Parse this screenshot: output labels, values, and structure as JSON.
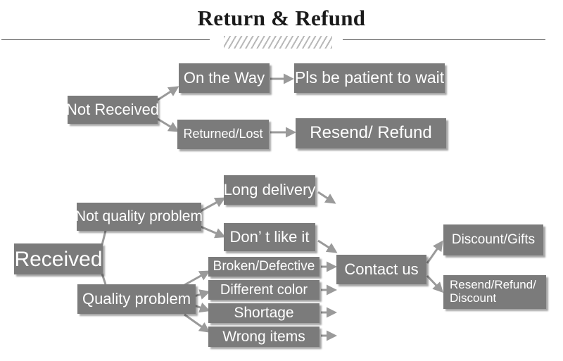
{
  "title": "Return & Refund",
  "colors": {
    "box_fill": "#7b7b7b",
    "box_text": "#ffffff",
    "arrow": "#9a9a9a",
    "title": "#1a1a1a"
  },
  "nodes": {
    "not_received": "Not Received",
    "on_the_way": "On the Way",
    "be_patient": "Pls be patient to wait",
    "returned_lost": "Returned/Lost",
    "resend_refund": "Resend/ Refund",
    "received": "Received",
    "not_quality_problem": "Not quality problem",
    "long_delivery": "Long delivery",
    "dont_like_it": "Don’ t like it",
    "quality_problem": "Quality problem",
    "broken_defective": "Broken/Defective",
    "different_color": "Different color",
    "shortage": "Shortage",
    "wrong_items": "Wrong items",
    "contact_us": "Contact us",
    "discount_gifts": "Discount/Gifts",
    "resend_refund_discount": "Resend/Refund/ Discount"
  }
}
